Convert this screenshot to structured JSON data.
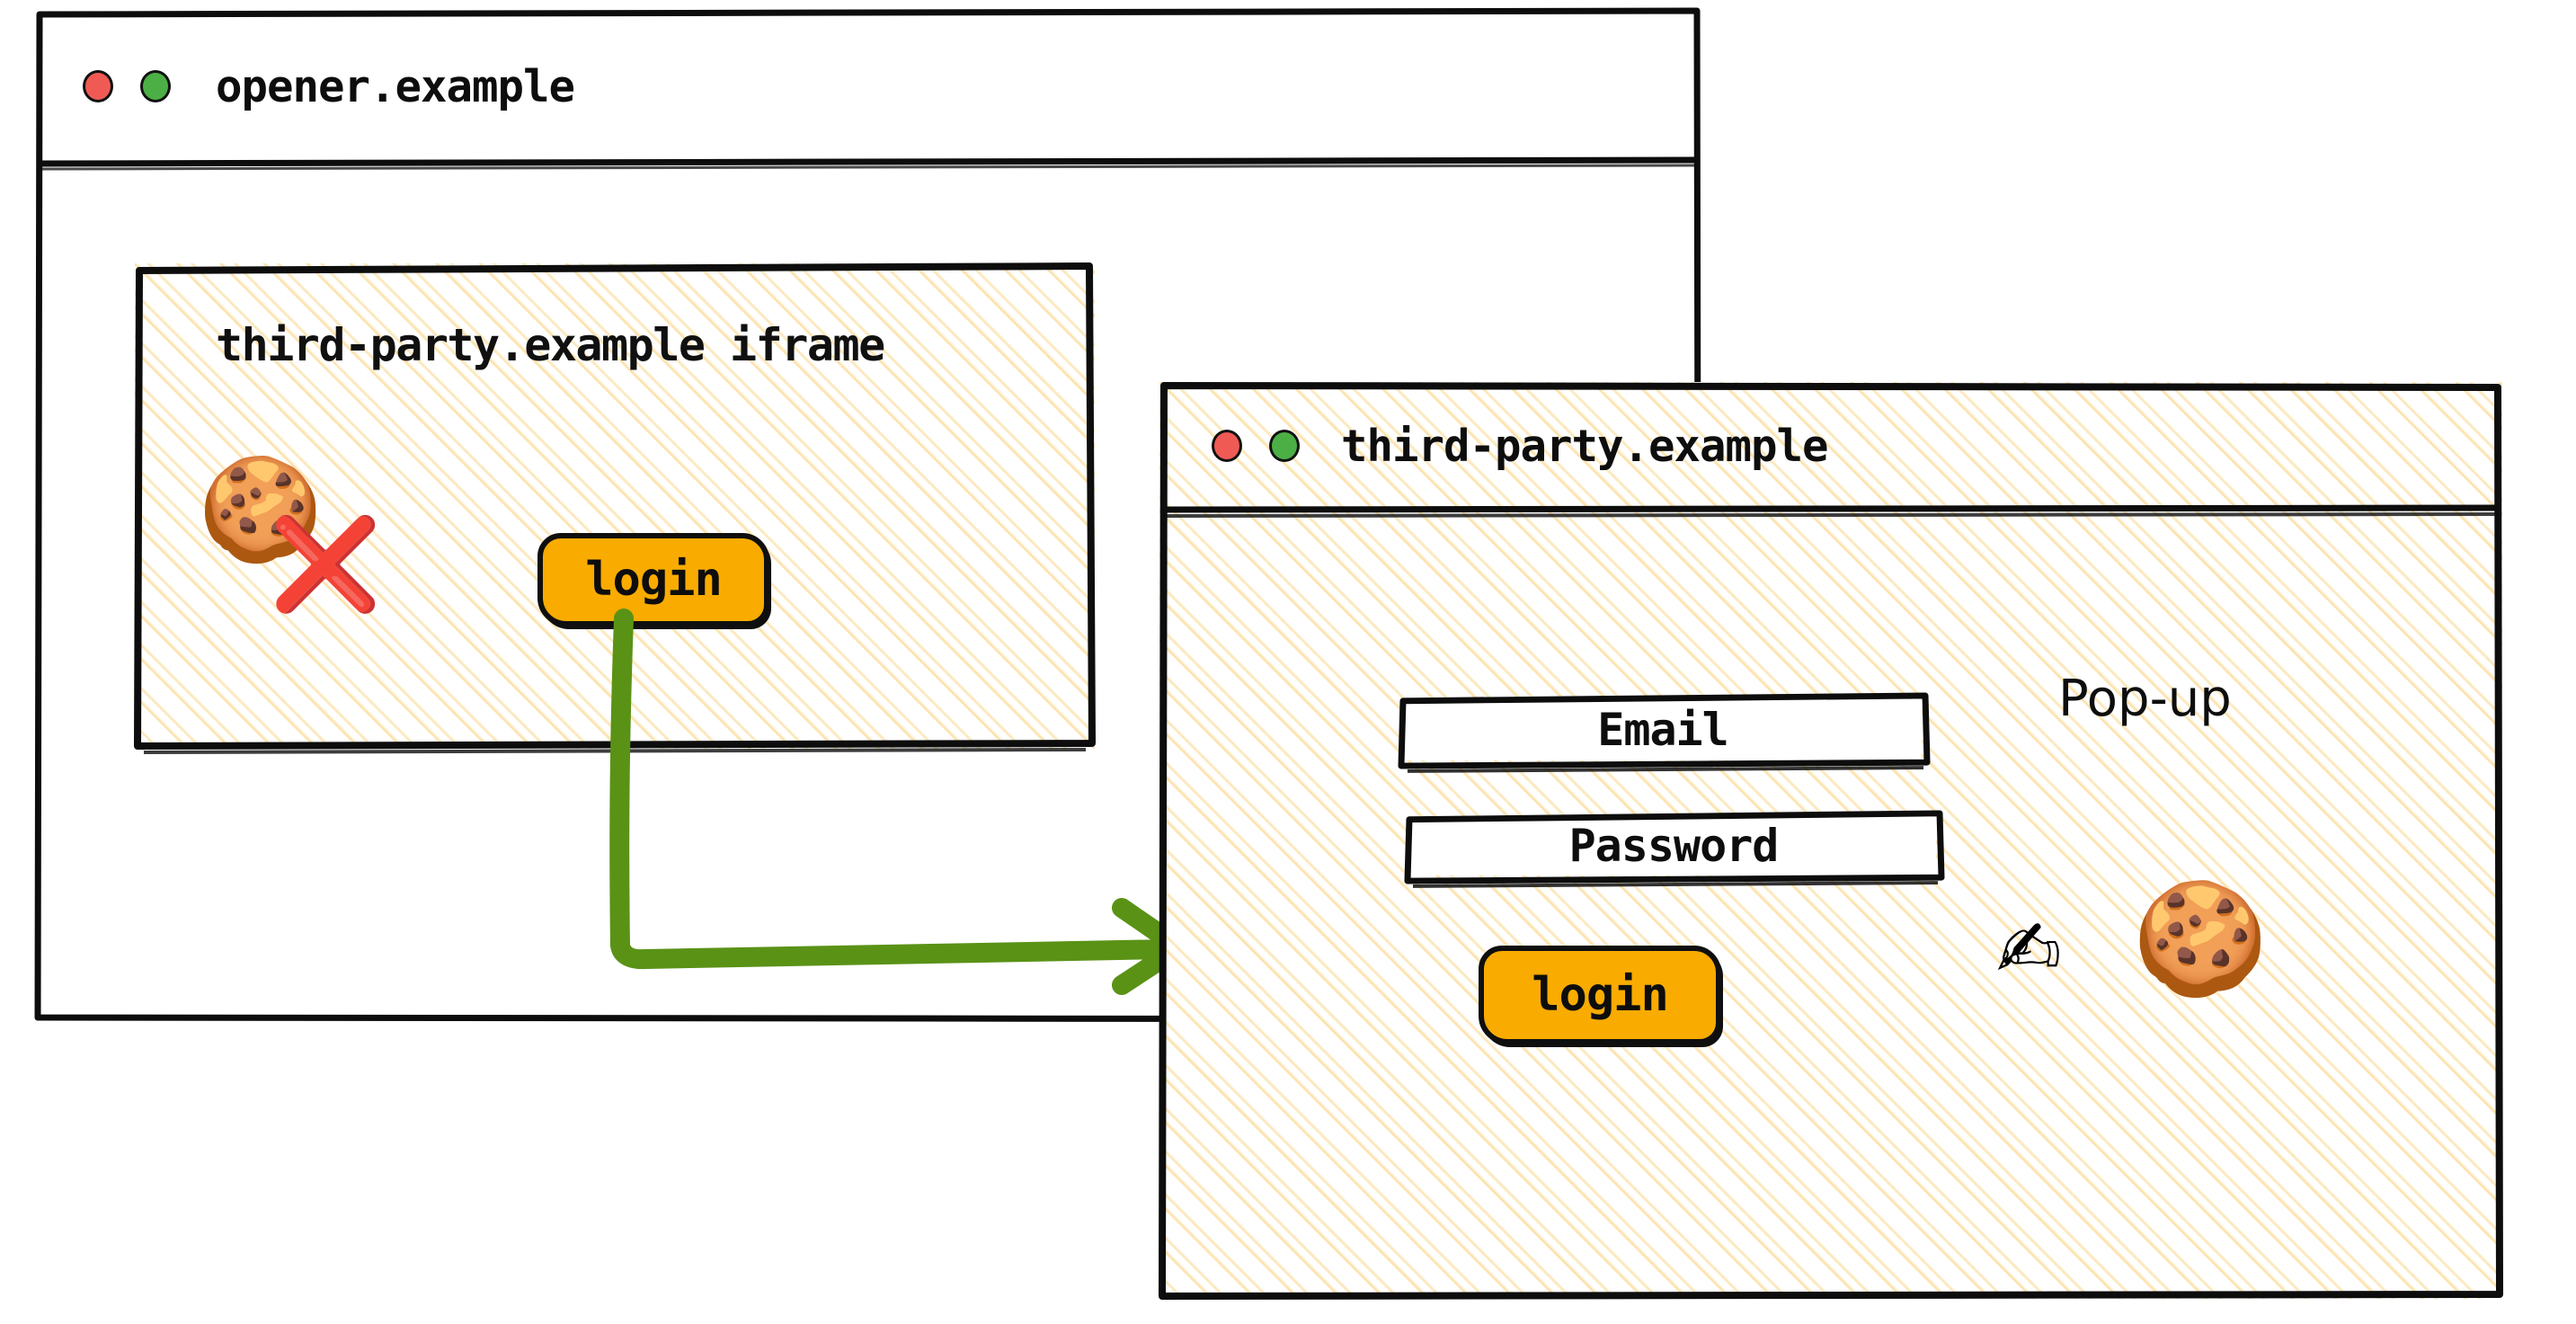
{
  "opener_window": {
    "title": "opener.example",
    "traffic_lights": [
      {
        "name": "close-dot",
        "color": "#f05a54"
      },
      {
        "name": "maximize-dot",
        "color": "#4caf45"
      }
    ],
    "iframe": {
      "title": "third-party.example iframe",
      "cookie_icon": "cookie-emoji",
      "blocked_icon": "red-cross-mark",
      "login_label": "login"
    }
  },
  "popup_window": {
    "title": "third-party.example",
    "traffic_lights": [
      {
        "name": "close-dot",
        "color": "#f05a54"
      },
      {
        "name": "maximize-dot",
        "color": "#4caf45"
      }
    ],
    "annotation_label": "Pop-up",
    "form": {
      "email_label": "Email",
      "password_label": "Password",
      "login_label": "login"
    },
    "writing_hand_icon": "writing-hand-emoji",
    "cookie_icon": "cookie-emoji"
  },
  "flow_arrow": {
    "name": "login-opens-popup-arrow",
    "color": "#5a9216"
  },
  "palette": {
    "accent_amber": "#f9ab00",
    "arrow_green": "#5a9216",
    "cross_red": "#d32f2f",
    "hatch_cream": "#fad689",
    "ink_black": "#0d0d0d"
  }
}
